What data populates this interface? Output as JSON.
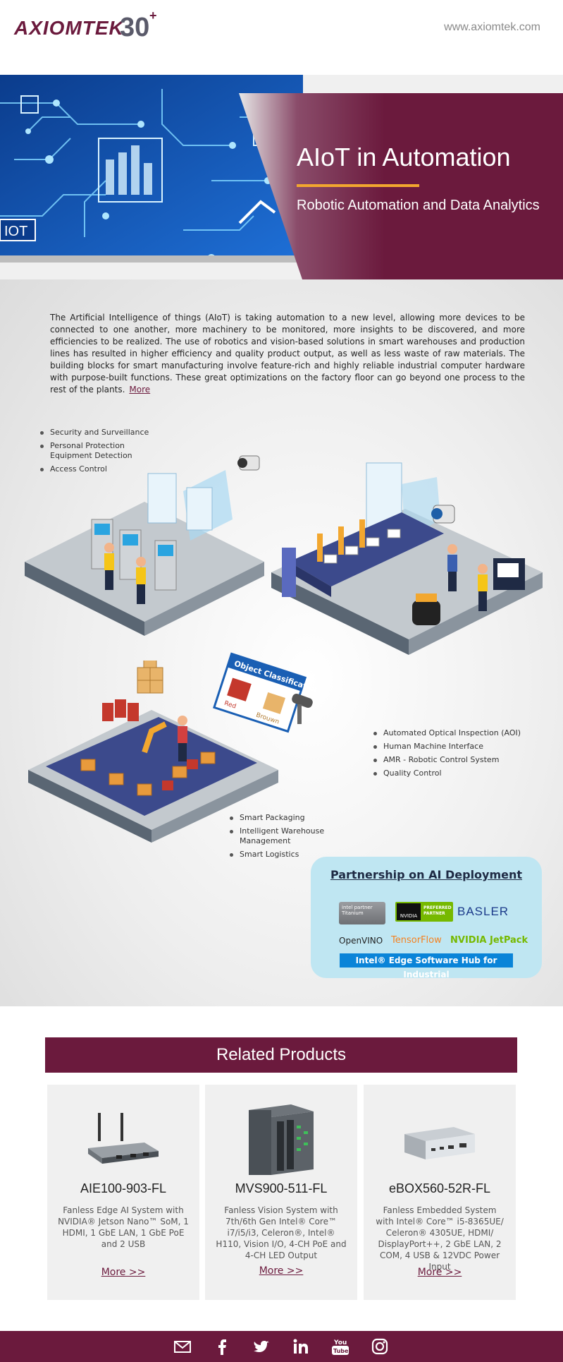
{
  "header": {
    "logo_text": "AXIOMTEK",
    "logo_anniversary": "30",
    "logo_plus": "+",
    "site_url": "www.axiomtek.com"
  },
  "hero": {
    "image_label": "IOT",
    "title": "AIoT in Automation",
    "subtitle": "Robotic Automation and Data Analytics",
    "accent_color": "#f2a72f",
    "panel_color": "#6b1a3d"
  },
  "intro": {
    "text": "The Artificial Intelligence of things (AIoT) is taking automation to a new level, allowing more devices to be connected to one another, more machinery to be monitored, more insights to be discovered, and more efficiencies to be realized. The use of robotics and vision-based solutions in smart warehouses and production lines has resulted in higher efficiency and quality product output, as well as less waste of raw materials. The building blocks for smart manufacturing involve feature-rich and highly reliable industrial computer hardware with purpose-built functions. These great optimizations on the factory floor can go beyond one process to the rest of the plants.",
    "more_label": "More"
  },
  "scenes": {
    "security": [
      "Security and Surveillance",
      "Personal Protection Equipment Detection",
      "Access Control"
    ],
    "inspection": [
      "Automated Optical Inspection (AOI)",
      "Human Machine Interface",
      "AMR - Robotic Control System",
      "Quality Control"
    ],
    "logistics": [
      "Smart Packaging",
      "Intelligent Warehouse Management",
      "Smart Logistics"
    ],
    "object_classification": {
      "title": "Object Classification",
      "label_red": "Red",
      "label_brown": "Brouwn"
    }
  },
  "partnership": {
    "title": "Partnership on AI Deployment",
    "intel_badge": "intel partner Titanium",
    "nvidia_badge": "NVIDIA",
    "nvidia_sub": "PREFERRED PARTNER",
    "basler": "BASLER",
    "openvino": "OpenVINO",
    "tensorflow": "TensorFlow",
    "jetpack": "NVIDIA JetPack",
    "hub": "Intel® Edge Software Hub for Industrial"
  },
  "related": {
    "title": "Related Products",
    "products": [
      {
        "name": "AIE100-903-FL",
        "desc": "Fanless Edge AI System with NVIDIA® Jetson Nano™ SoM, 1 HDMI, 1 GbE LAN, 1 GbE PoE and 2 USB",
        "more": "More >>"
      },
      {
        "name": "MVS900-511-FL",
        "desc": "Fanless Vision System with 7th/6th Gen Intel® Core™ i7/i5/i3, Celeron®, Intel® H110, Vision I/O, 4-CH PoE and 4-CH LED Output",
        "more": "More >>"
      },
      {
        "name": "eBOX560-52R-FL",
        "desc": "Fanless Embedded System with Intel® Core™ i5-8365UE/ Celeron® 4305UE, HDMI/ DisplayPort++, 2 GbE LAN, 2 COM, 4 USB & 12VDC Power Input",
        "more": "More >>"
      }
    ]
  },
  "footer": {
    "icons": [
      "email-icon",
      "facebook-icon",
      "twitter-icon",
      "linkedin-icon",
      "youtube-icon",
      "instagram-icon"
    ],
    "youtube_you": "You",
    "youtube_tube": "Tube"
  }
}
